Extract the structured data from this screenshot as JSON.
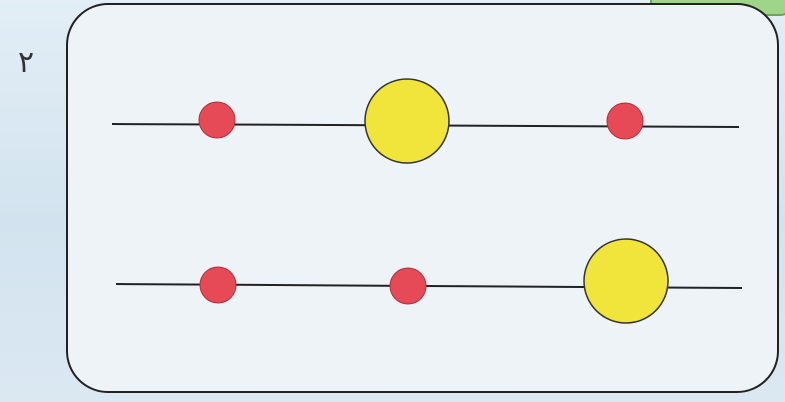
{
  "exercise_number": "۲",
  "colors": {
    "line": "#222222",
    "small_bead_fill": "#e74a57",
    "small_bead_stroke": "#b22f3c",
    "large_bead_fill": "#f1e43b",
    "large_bead_stroke": "#333333"
  },
  "rows": [
    {
      "beads": [
        {
          "type": "small-red",
          "order": 1
        },
        {
          "type": "large-yellow",
          "order": 2
        },
        {
          "type": "small-red",
          "order": 3
        }
      ]
    },
    {
      "beads": [
        {
          "type": "small-red",
          "order": 1
        },
        {
          "type": "small-red",
          "order": 2
        },
        {
          "type": "large-yellow",
          "order": 3
        }
      ]
    }
  ]
}
